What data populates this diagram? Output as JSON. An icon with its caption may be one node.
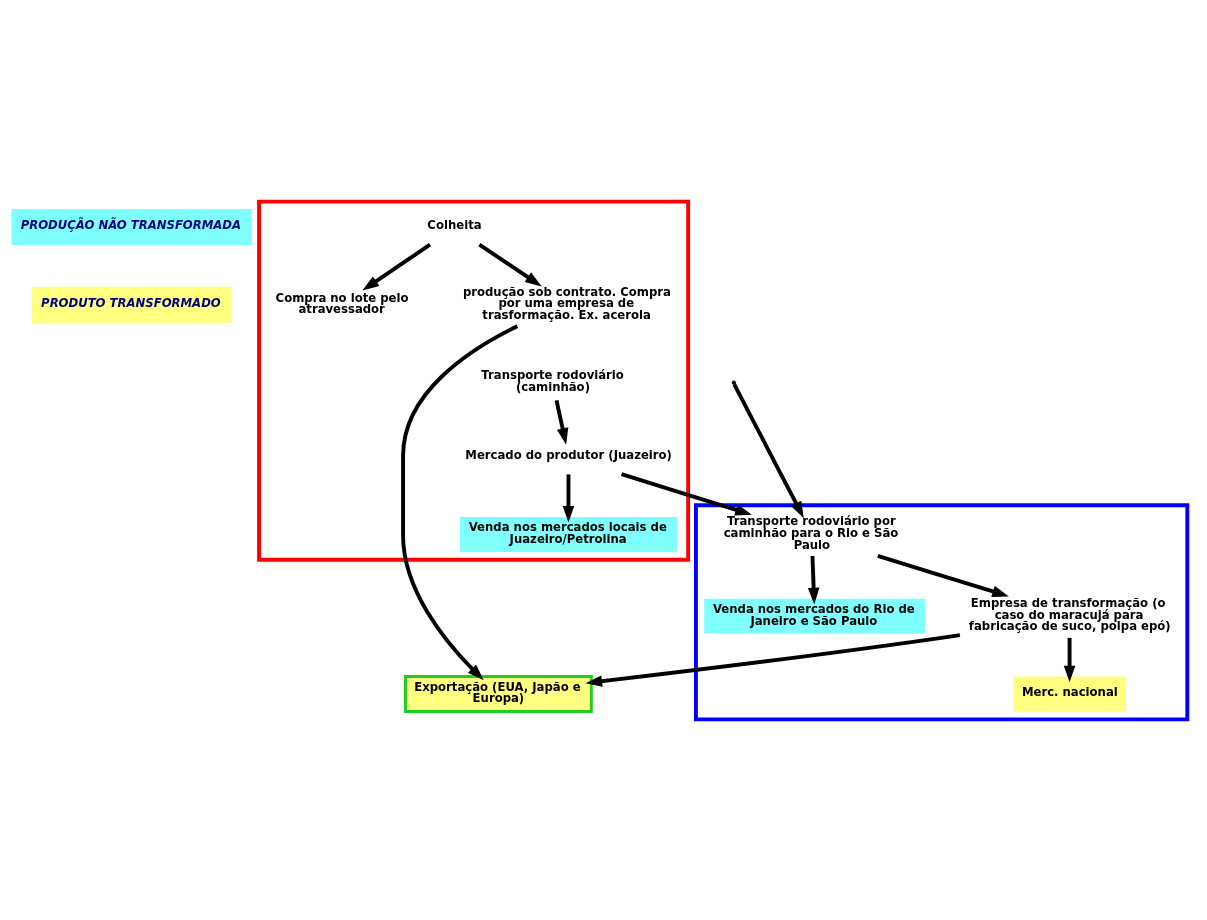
{
  "diagram": {
    "nodes": [
      {
        "text": [
          "PRODUÇÃO NÃO TRANSFORMADA"
        ]
      },
      {
        "text": [],
        "shape": "polygon"
      },
      {
        "text": [
          "Colheita"
        ],
        "in": 1
      },
      {
        "text": [
          "Compra no lote pelo atravessador"
        ],
        "in": 1
      },
      {
        "text": [
          "produção sob contrato. Compra por uma empresa de trasformação. Ex. acerola"
        ],
        "in": 1
      },
      {
        "text": [
          "Transporte rodoviário (caminhão)"
        ],
        "in": 1
      },
      {
        "text": [
          "Mercado do produtor (Juazeiro)"
        ],
        "in": 1
      },
      {
        "text": [
          "Venda nos mercados locais de Juazeiro/Petrolina"
        ],
        "in": 1
      },
      {
        "text": [],
        "shape": "polygon"
      },
      {
        "text": [
          "Transporte rodoviário por caminhão para o Rio e São Paulo"
        ],
        "in": 8
      },
      {
        "text": [
          "Venda nos mercados do Rio de Janeiro e São Paulo"
        ],
        "in": 8
      },
      {
        "text": [
          "Empresa de transformação (o caso do maracujá para fabricação de suco, polpa epó)"
        ],
        "in": 8
      },
      {
        "text": [
          "Merc. nacional"
        ],
        "in": 8
      },
      {
        "text": [
          "PRODUTO TRANSFORMADO"
        ]
      },
      {
        "text": [
          "Exportação (EUA, Japão e Europa)"
        ]
      }
    ],
    "edges": [
      {
        "from": 2,
        "to": 3,
        "arrow": "to"
      },
      {
        "from": 2,
        "to": 4,
        "arrow": "to"
      },
      {
        "from": 5,
        "to": 6,
        "arrow": "to"
      },
      {
        "from": 6,
        "to": 7,
        "arrow": "to"
      },
      {
        "from": 6,
        "to": 9,
        "arrow": "to"
      },
      {
        "from": null,
        "to": 9,
        "arrow": "to"
      },
      {
        "from": 9,
        "to": 10,
        "arrow": "to"
      },
      {
        "from": 9,
        "to": 11,
        "arrow": "to"
      },
      {
        "from": 11,
        "to": 12,
        "arrow": "to"
      },
      {
        "from": 11,
        "to": 14,
        "arrow": "to"
      },
      {
        "from": 4,
        "to": 14,
        "arrow": "to"
      }
    ]
  }
}
